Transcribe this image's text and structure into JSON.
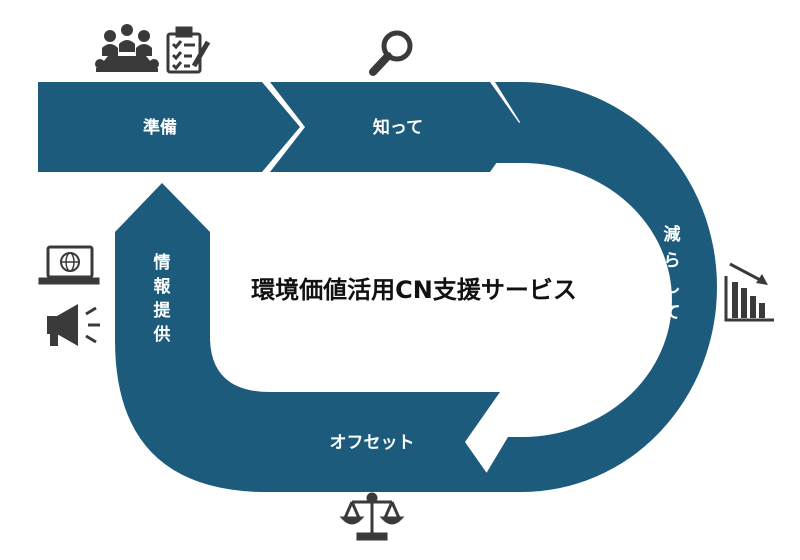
{
  "colors": {
    "band": "#1c5b7c",
    "icon": "#3a3a3a",
    "background": "#ffffff"
  },
  "center_title": "環境価値活用CN支援サービス",
  "steps": [
    {
      "label": "準備",
      "icons": [
        "meeting-icon",
        "checklist-icon"
      ]
    },
    {
      "label": "知って",
      "icons": [
        "magnifier-icon"
      ]
    },
    {
      "label": "減らして",
      "icons": [
        "declining-chart-icon"
      ]
    },
    {
      "label": "オフセット",
      "icons": [
        "balance-scale-icon"
      ]
    },
    {
      "label": "情報提供",
      "icons": [
        "globe-monitor-icon",
        "megaphone-icon"
      ]
    }
  ]
}
